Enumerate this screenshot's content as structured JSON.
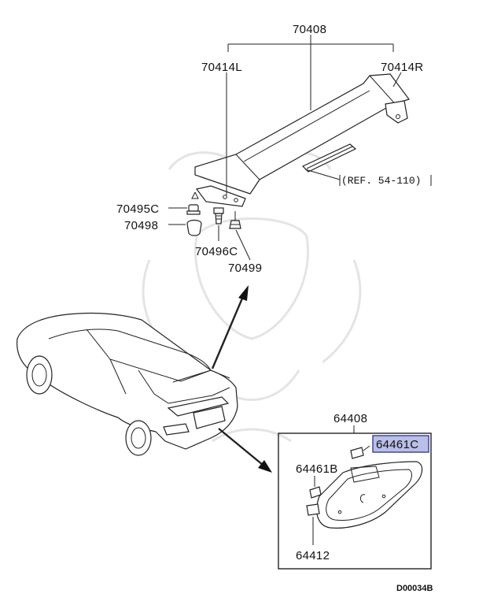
{
  "labels": {
    "p70408": "70408",
    "p70414L": "70414L",
    "p70414R": "70414R",
    "ref": "(REF. 54-110)",
    "p70495C": "70495C",
    "p70498": "70498",
    "p70496C": "70496C",
    "p70499": "70499",
    "p64408": "64408",
    "p64461C": "64461C",
    "p64461B": "64461B",
    "p64412": "64412",
    "code": "D00034B"
  },
  "colors": {
    "highlight": "#b9bfe6",
    "highlight_border": "#3a3f8f",
    "line": "#222222"
  }
}
